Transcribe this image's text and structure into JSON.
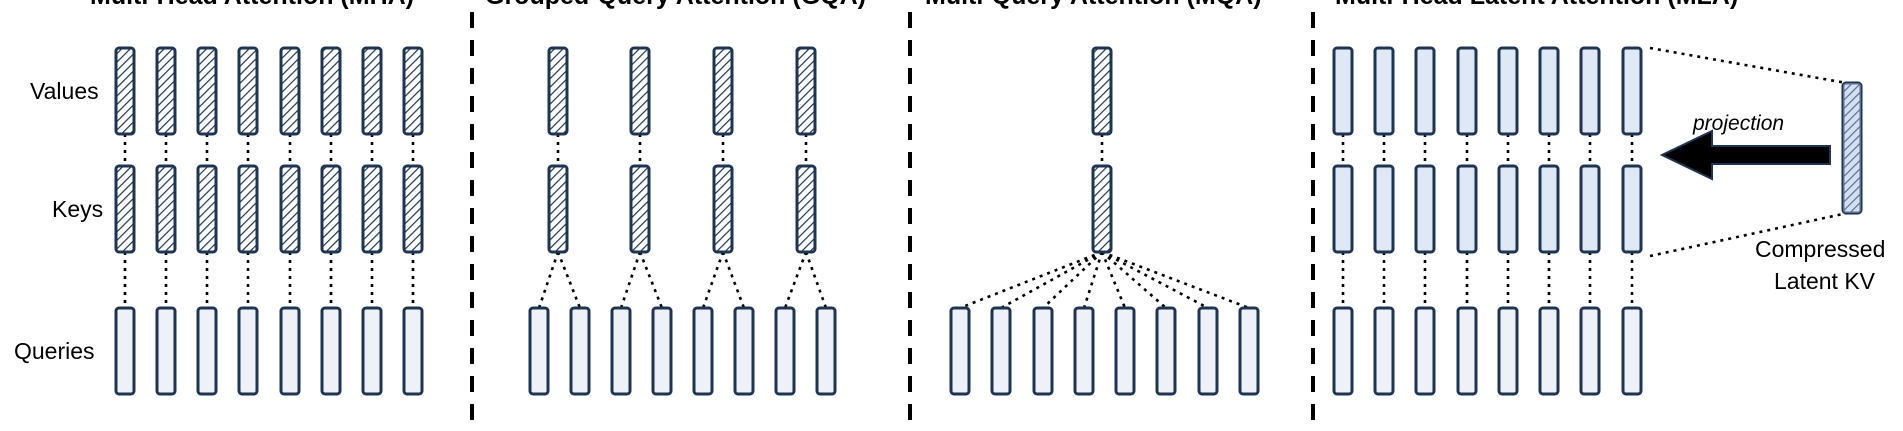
{
  "titles": {
    "mha": "Multi-Head Attention (MHA)",
    "gqa": "Grouped-Query Attention (GQA)",
    "mqa": "Multi-Query Attention (MQA)",
    "mla": "Multi-Head Latent Attention (MLA)"
  },
  "row_labels": {
    "values": "Values",
    "keys": "Keys",
    "queries": "Queries"
  },
  "projection_label": "projection",
  "latent_label": {
    "line1": "Compressed",
    "line2": "Latent KV"
  },
  "colors": {
    "stroke": "#1f3450",
    "query_fill": "#eef1f7",
    "latent_fill": "#dfe9f6",
    "hatch": "#1f3450",
    "arrow": "#000000"
  },
  "counts": {
    "mha_heads": 8,
    "gqa_groups": 4,
    "gqa_queries": 8,
    "mqa_queries": 8,
    "mla_heads": 8
  },
  "icons": {
    "hatched_block": "kv-cache-block",
    "plain_block": "query-block",
    "arrow": "projection-arrow-left"
  }
}
